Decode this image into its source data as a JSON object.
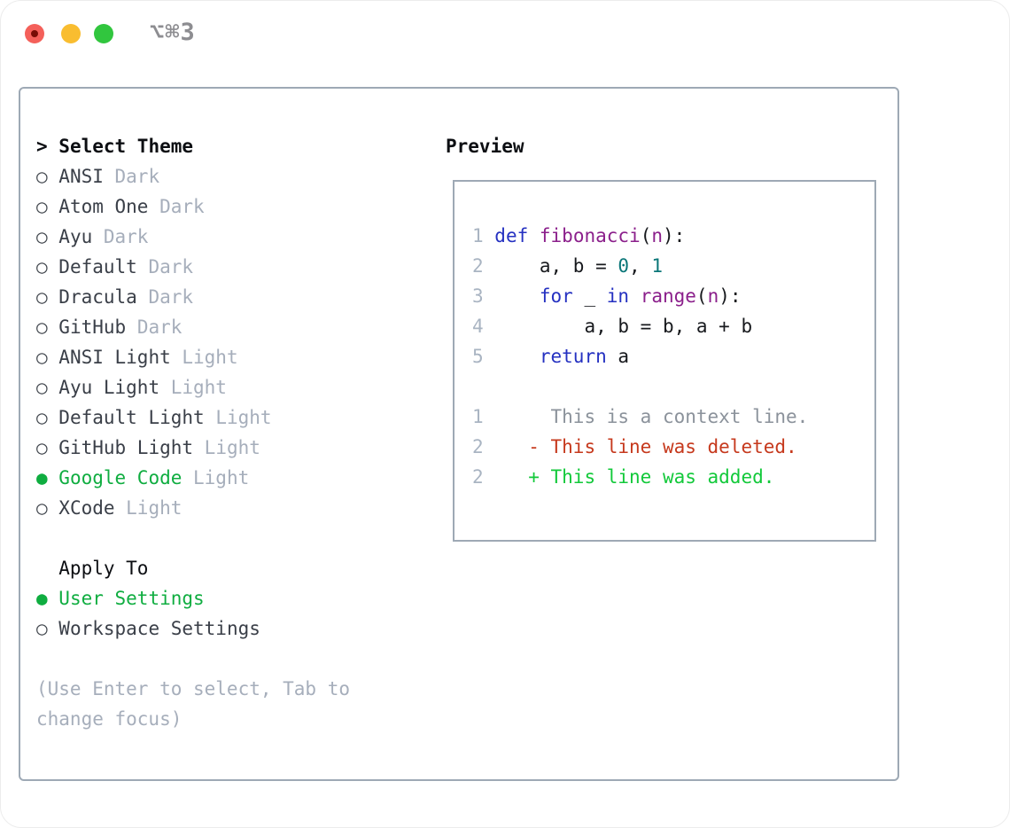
{
  "window": {
    "title": "⌥⌘3",
    "buttons": [
      "close",
      "minimize",
      "zoom"
    ]
  },
  "markers": {
    "prompt": ">",
    "selected": "●",
    "unselected": "○"
  },
  "theme_list": {
    "header": "Select Theme",
    "items": [
      {
        "name": "ANSI",
        "variant": "Dark",
        "selected": false
      },
      {
        "name": "Atom One",
        "variant": "Dark",
        "selected": false
      },
      {
        "name": "Ayu",
        "variant": "Dark",
        "selected": false
      },
      {
        "name": "Default",
        "variant": "Dark",
        "selected": false
      },
      {
        "name": "Dracula",
        "variant": "Dark",
        "selected": false
      },
      {
        "name": "GitHub",
        "variant": "Dark",
        "selected": false
      },
      {
        "name": "ANSI Light",
        "variant": "Light",
        "selected": false
      },
      {
        "name": "Ayu Light",
        "variant": "Light",
        "selected": false
      },
      {
        "name": "Default Light",
        "variant": "Light",
        "selected": false
      },
      {
        "name": "GitHub Light",
        "variant": "Light",
        "selected": false
      },
      {
        "name": "Google Code",
        "variant": "Light",
        "selected": true
      },
      {
        "name": "XCode",
        "variant": "Light",
        "selected": false
      }
    ]
  },
  "apply_to": {
    "header": "Apply To",
    "options": [
      {
        "name": "User Settings",
        "selected": true
      },
      {
        "name": "Workspace Settings",
        "selected": false
      }
    ]
  },
  "hint": "(Use Enter to select, Tab to change focus)",
  "preview": {
    "header": "Preview",
    "code_lines": [
      {
        "num": "1",
        "tokens": [
          {
            "t": "def",
            "k": "kw"
          },
          {
            "t": " ",
            "k": "pln"
          },
          {
            "t": "fibonacci",
            "k": "fn"
          },
          {
            "t": "(",
            "k": "pln"
          },
          {
            "t": "n",
            "k": "fn"
          },
          {
            "t": "):",
            "k": "pln"
          }
        ]
      },
      {
        "num": "2",
        "tokens": [
          {
            "t": "    a, b = ",
            "k": "pln"
          },
          {
            "t": "0",
            "k": "num"
          },
          {
            "t": ", ",
            "k": "pln"
          },
          {
            "t": "1",
            "k": "num"
          }
        ]
      },
      {
        "num": "3",
        "tokens": [
          {
            "t": "    ",
            "k": "pln"
          },
          {
            "t": "for",
            "k": "kw"
          },
          {
            "t": " _ ",
            "k": "pln"
          },
          {
            "t": "in",
            "k": "kw"
          },
          {
            "t": " ",
            "k": "pln"
          },
          {
            "t": "range",
            "k": "fn"
          },
          {
            "t": "(",
            "k": "pln"
          },
          {
            "t": "n",
            "k": "fn"
          },
          {
            "t": "):",
            "k": "pln"
          }
        ]
      },
      {
        "num": "4",
        "tokens": [
          {
            "t": "        a, b = b, a + b",
            "k": "pln"
          }
        ]
      },
      {
        "num": "5",
        "tokens": [
          {
            "t": "    ",
            "k": "pln"
          },
          {
            "t": "return",
            "k": "kw"
          },
          {
            "t": " a",
            "k": "pln"
          }
        ]
      }
    ],
    "diff_lines": [
      {
        "num": "1",
        "tokens": [
          {
            "t": "     This is a context line.",
            "k": "ctx"
          }
        ]
      },
      {
        "num": "2",
        "tokens": [
          {
            "t": "   - This line was deleted.",
            "k": "del"
          }
        ]
      },
      {
        "num": "2",
        "tokens": [
          {
            "t": "   + This line was added.",
            "k": "add"
          }
        ]
      }
    ]
  },
  "colors": {
    "traffic_red": "#f4605a",
    "traffic_red_dot": "#780d06",
    "traffic_yellow": "#f9bd30",
    "traffic_green": "#31c63e",
    "title_gray": "#8d8d91",
    "panel_border": "#9ea9b5",
    "header_text": "#0c0e12",
    "item_text": "#3a3f48",
    "bullet": "#43484f",
    "muted_text": "#a6aebb",
    "selected_green": "#0fad40",
    "line_number": "#a9b4c2",
    "keyword_blue": "#2531c1",
    "function_purple": "#8b1f8b",
    "number_teal": "#0a7678",
    "plain_code": "#17191d",
    "context_gray": "#8b929b",
    "deleted_red": "#c6391d",
    "added_green": "#12c93a"
  }
}
